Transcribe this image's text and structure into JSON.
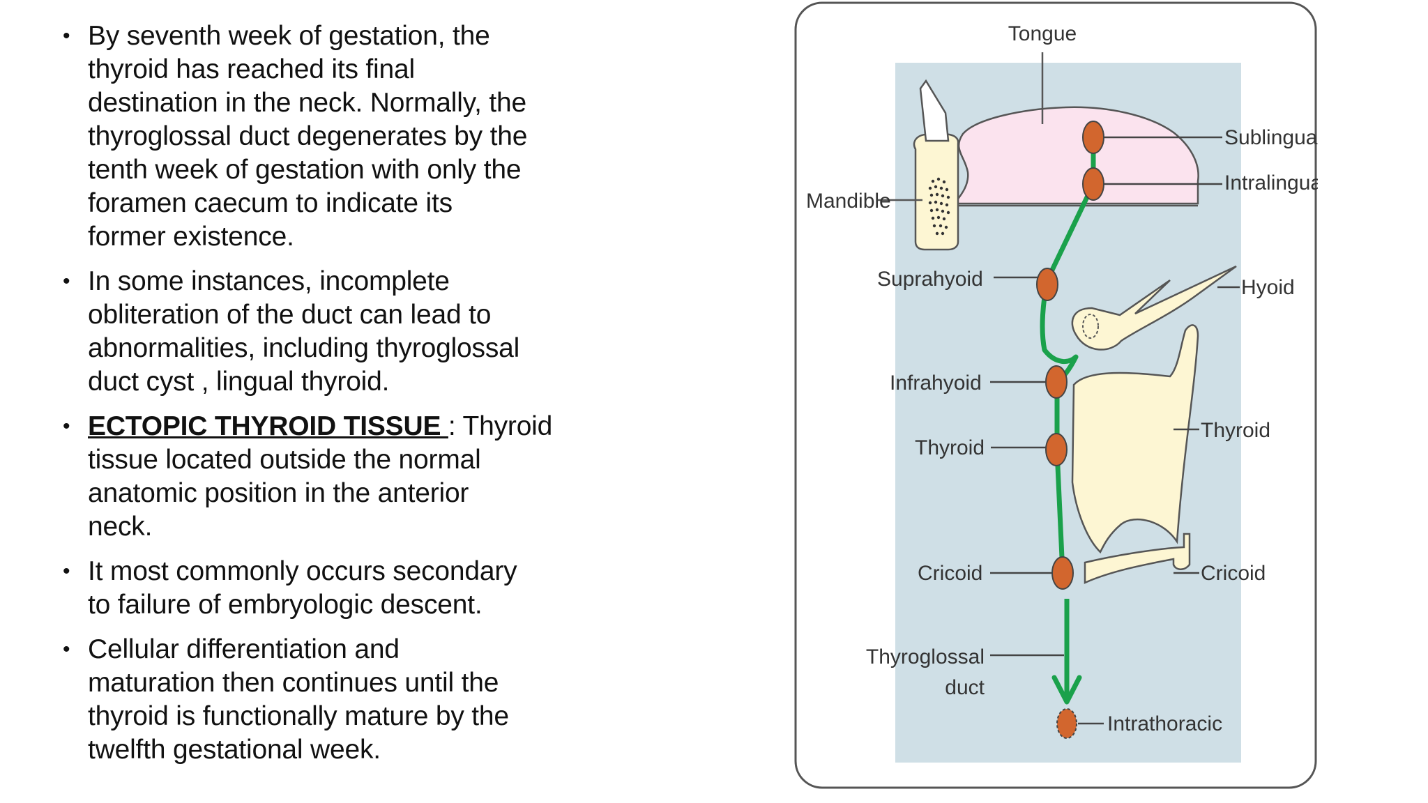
{
  "bullets": [
    {
      "lines": [
        "By seventh week of gestation, the",
        "thyroid has reached its final",
        "destination in the neck. Normally, the",
        "thyroglossal duct degenerates by the",
        "tenth week of gestation with only the",
        "foramen caecum to indicate its",
        "former existence."
      ]
    },
    {
      "lines": [
        "In some instances, incomplete",
        "obliteration of the duct can lead to",
        "abnormalities, including thyroglossal",
        "duct cyst , lingual thyroid."
      ]
    },
    {
      "heading": "ECTOPIC THYROID TISSUE ",
      "lines": [
        ": Thyroid",
        "tissue located outside the normal",
        "anatomic position in the anterior",
        "neck."
      ]
    },
    {
      "lines": [
        "It most commonly occurs secondary",
        "to failure of embryologic descent."
      ]
    },
    {
      "lines": [
        "Cellular differentiation and",
        "maturation then continues until the",
        "thyroid is functionally mature by the",
        "twelfth gestational week."
      ]
    }
  ],
  "diagram": {
    "labels": {
      "tongue": "Tongue",
      "mandible": "Mandible",
      "sublingual": "Sublingual",
      "intralingual": "Intralingual",
      "suprahyoid": "Suprahyoid",
      "hyoid": "Hyoid",
      "infrahyoid": "Infrahyoid",
      "thyroid_left": "Thyroid",
      "thyroid_right": "Thyroid",
      "cricoid_left": "Cricoid",
      "cricoid_right": "Cricoid",
      "thyroglossal_line1": "Thyroglossal",
      "thyroglossal_line2": "duct",
      "intrathoracic": "Intrathoracic"
    },
    "colors": {
      "panel_background": "#cfdfe6",
      "tongue_fill": "#fbe3ee",
      "cartilage_fill": "#fdf6d3",
      "node_fill": "#d2662e",
      "duct_color": "#1aa14b"
    }
  }
}
